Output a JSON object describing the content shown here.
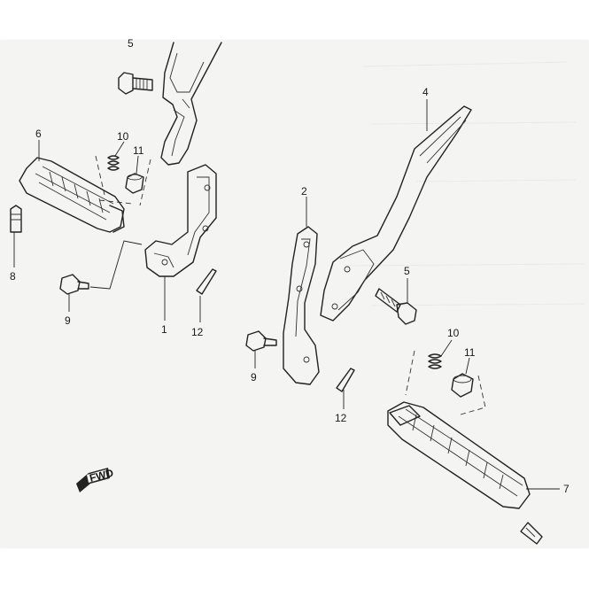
{
  "diagram": {
    "labels": {
      "p1": "1",
      "p2": "2",
      "p4": "4",
      "p5_top": "5",
      "p5": "5",
      "p6": "6",
      "p7": "7",
      "p8": "8",
      "p9_left": "9",
      "p9_right": "9",
      "p10_left": "10",
      "p10_right": "10",
      "p11_left": "11",
      "p11_right": "11",
      "p12_left": "12",
      "p12_right": "12"
    },
    "fwd_arrow": "FWD"
  }
}
